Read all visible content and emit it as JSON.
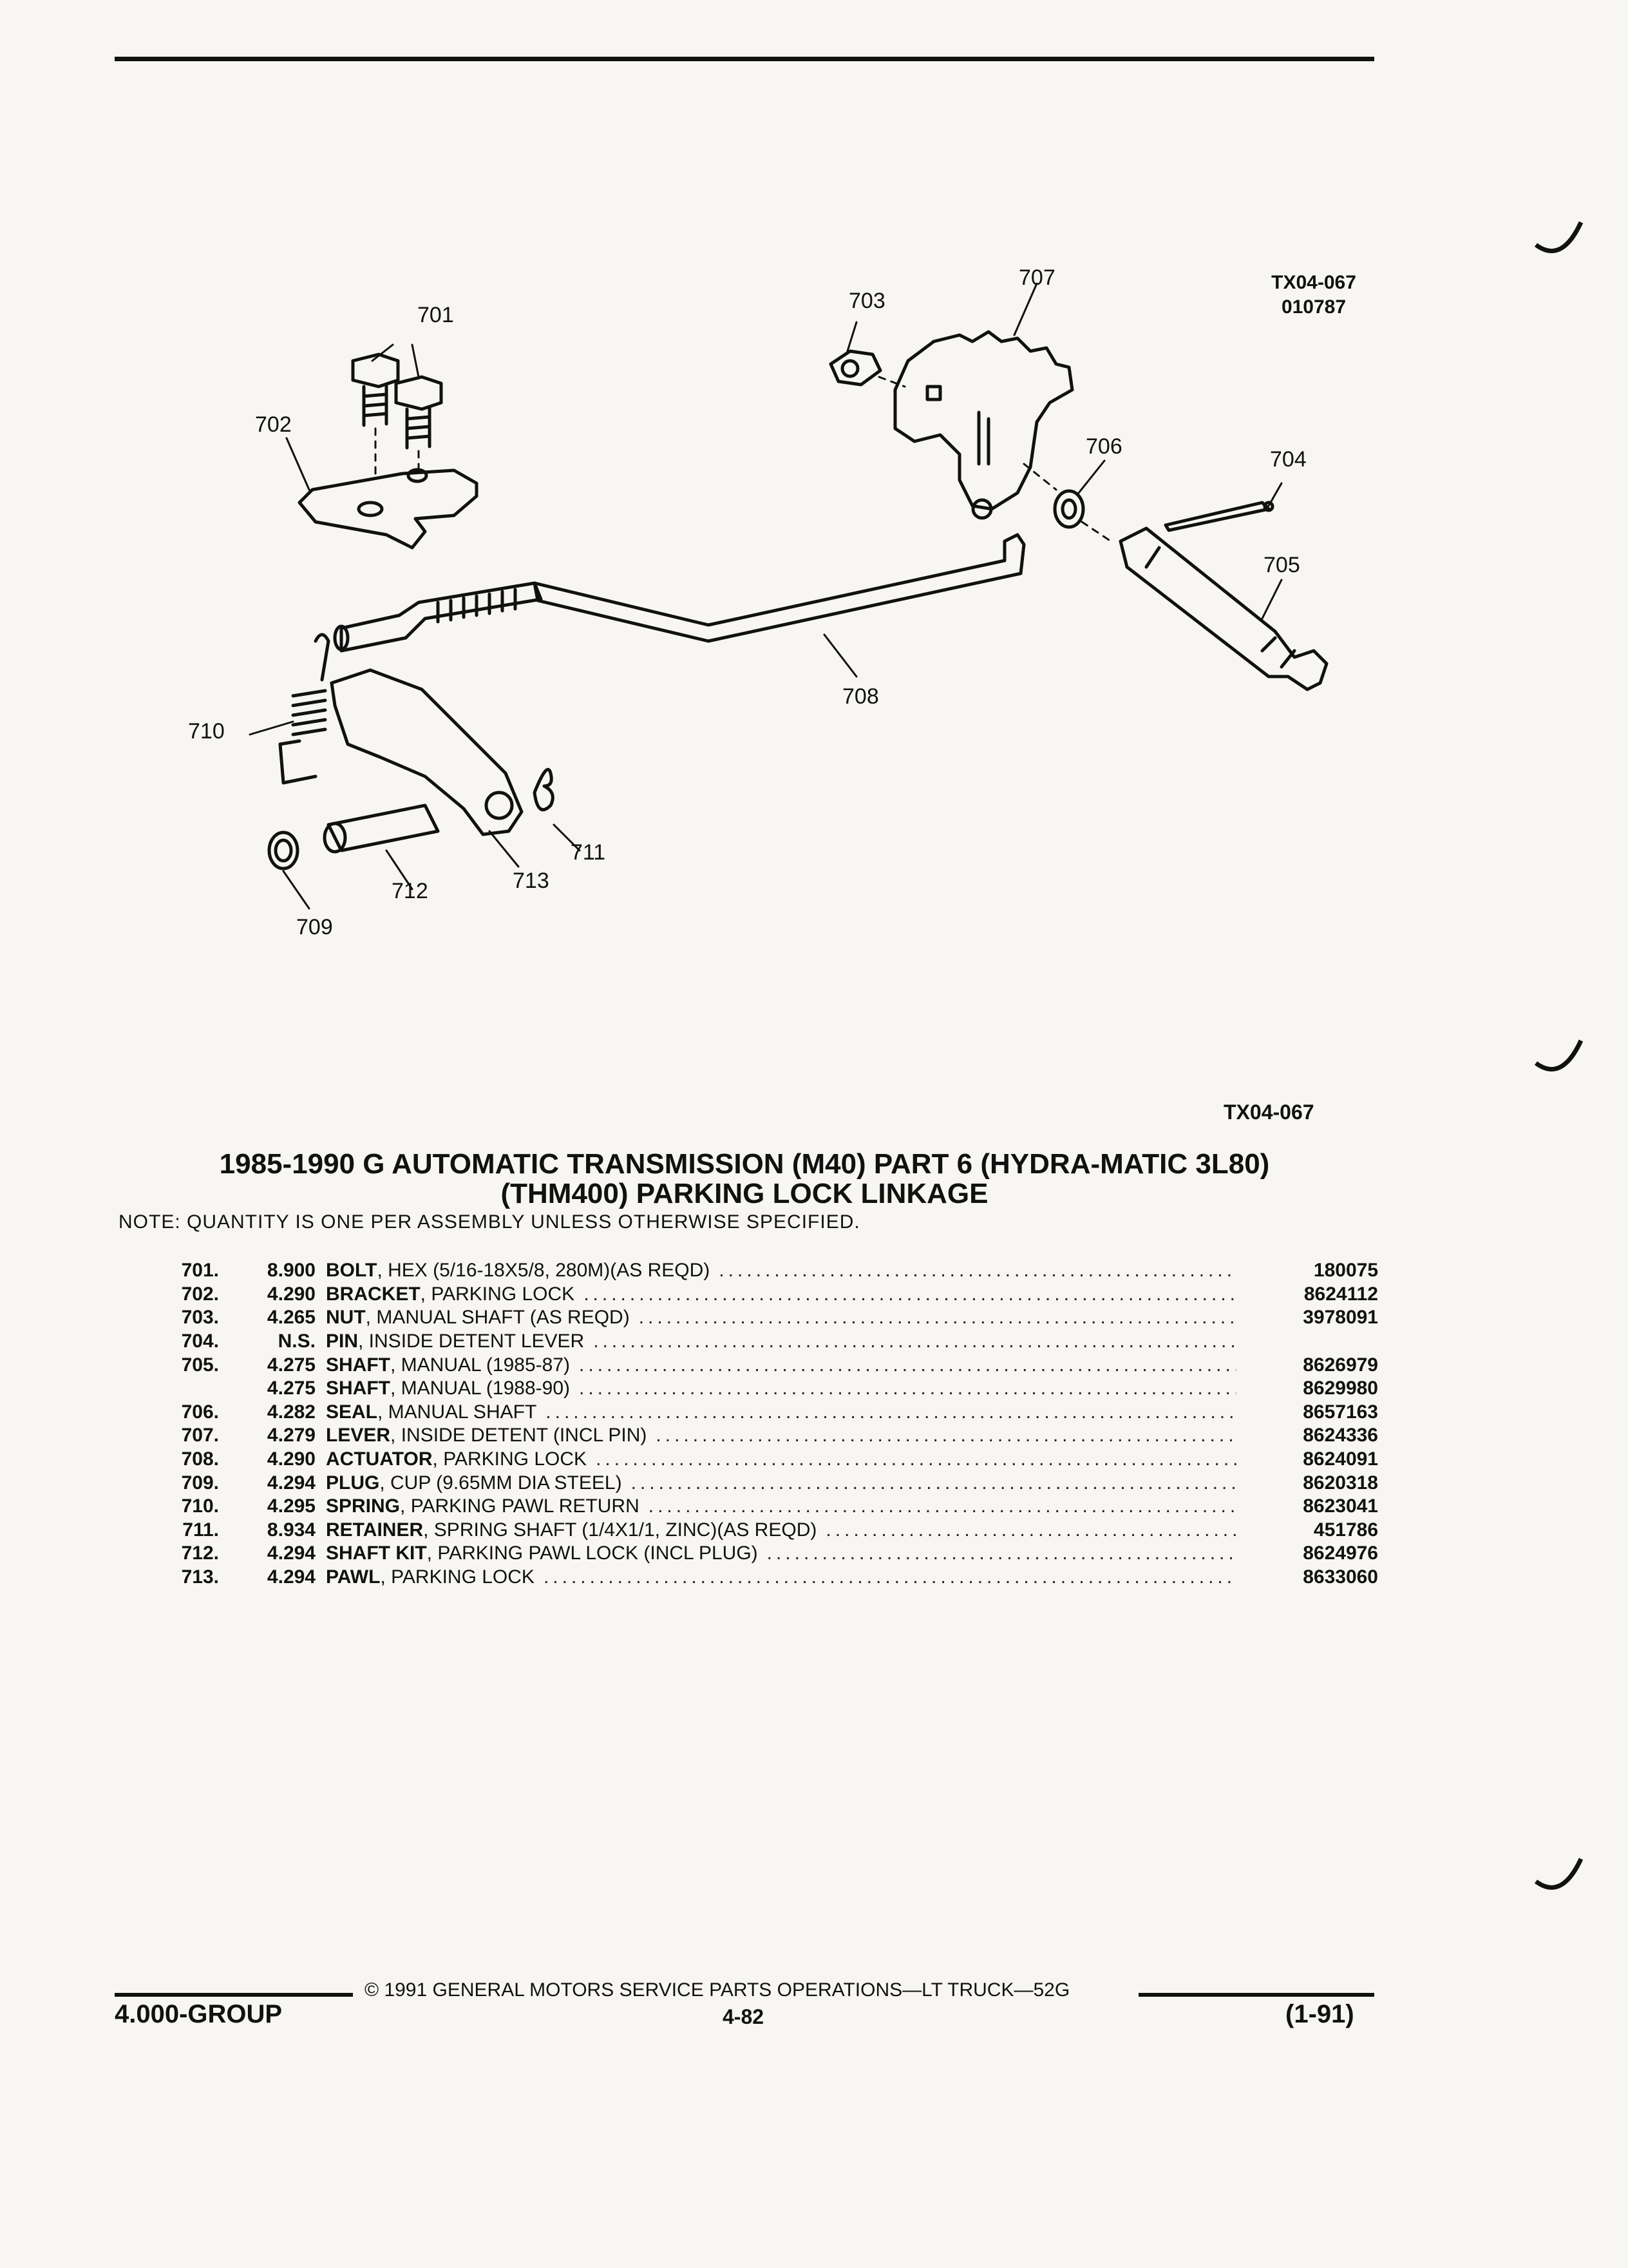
{
  "figure": {
    "code": "TX04-067",
    "date_code": "010787",
    "reference": "TX04-067",
    "callouts": [
      "701",
      "702",
      "703",
      "704",
      "705",
      "706",
      "707",
      "708",
      "709",
      "710",
      "711",
      "712",
      "713"
    ]
  },
  "title": {
    "line1": "1985-1990 G AUTOMATIC TRANSMISSION (M40) PART 6 (HYDRA-MATIC 3L80)",
    "line2": "(THM400) PARKING LOCK LINKAGE"
  },
  "note": "NOTE: QUANTITY IS ONE PER ASSEMBLY UNLESS OTHERWISE SPECIFIED.",
  "parts": [
    {
      "ref": "701.",
      "group": "8.900",
      "name": "BOLT",
      "detail": ", HEX (5/16-18X5/8, 280M)(AS REQD)",
      "part_no": "180075"
    },
    {
      "ref": "702.",
      "group": "4.290",
      "name": "BRACKET",
      "detail": ", PARKING LOCK",
      "part_no": "8624112"
    },
    {
      "ref": "703.",
      "group": "4.265",
      "name": "NUT",
      "detail": ", MANUAL SHAFT (AS REQD)",
      "part_no": "3978091"
    },
    {
      "ref": "704.",
      "group": "N.S.",
      "name": "PIN",
      "detail": ", INSIDE DETENT LEVER",
      "part_no": ""
    },
    {
      "ref": "705.",
      "group": "4.275",
      "name": "SHAFT",
      "detail": ", MANUAL (1985-87)",
      "part_no": "8626979"
    },
    {
      "ref": "",
      "group": "4.275",
      "name": "SHAFT",
      "detail": ", MANUAL (1988-90)",
      "part_no": "8629980"
    },
    {
      "ref": "706.",
      "group": "4.282",
      "name": "SEAL",
      "detail": ", MANUAL SHAFT",
      "part_no": "8657163"
    },
    {
      "ref": "707.",
      "group": "4.279",
      "name": "LEVER",
      "detail": ", INSIDE DETENT (INCL PIN)",
      "part_no": "8624336"
    },
    {
      "ref": "708.",
      "group": "4.290",
      "name": "ACTUATOR",
      "detail": ", PARKING LOCK",
      "part_no": "8624091"
    },
    {
      "ref": "709.",
      "group": "4.294",
      "name": "PLUG",
      "detail": ", CUP (9.65MM DIA STEEL)",
      "part_no": "8620318"
    },
    {
      "ref": "710.",
      "group": "4.295",
      "name": "SPRING",
      "detail": ", PARKING PAWL RETURN",
      "part_no": "8623041"
    },
    {
      "ref": "711.",
      "group": "8.934",
      "name": "RETAINER",
      "detail": ", SPRING SHAFT (1/4X1/1, ZINC)(AS REQD)",
      "part_no": "451786"
    },
    {
      "ref": "712.",
      "group": "4.294",
      "name": "SHAFT KIT",
      "detail": ", PARKING PAWL LOCK (INCL PLUG)",
      "part_no": "8624976"
    },
    {
      "ref": "713.",
      "group": "4.294",
      "name": "PAWL",
      "detail": ", PARKING LOCK",
      "part_no": "8633060"
    }
  ],
  "footer": {
    "copyright": "© 1991 GENERAL MOTORS SERVICE PARTS OPERATIONS—LT TRUCK—52G",
    "group": "4.000-GROUP",
    "page": "4-82",
    "date": "(1-91)"
  }
}
